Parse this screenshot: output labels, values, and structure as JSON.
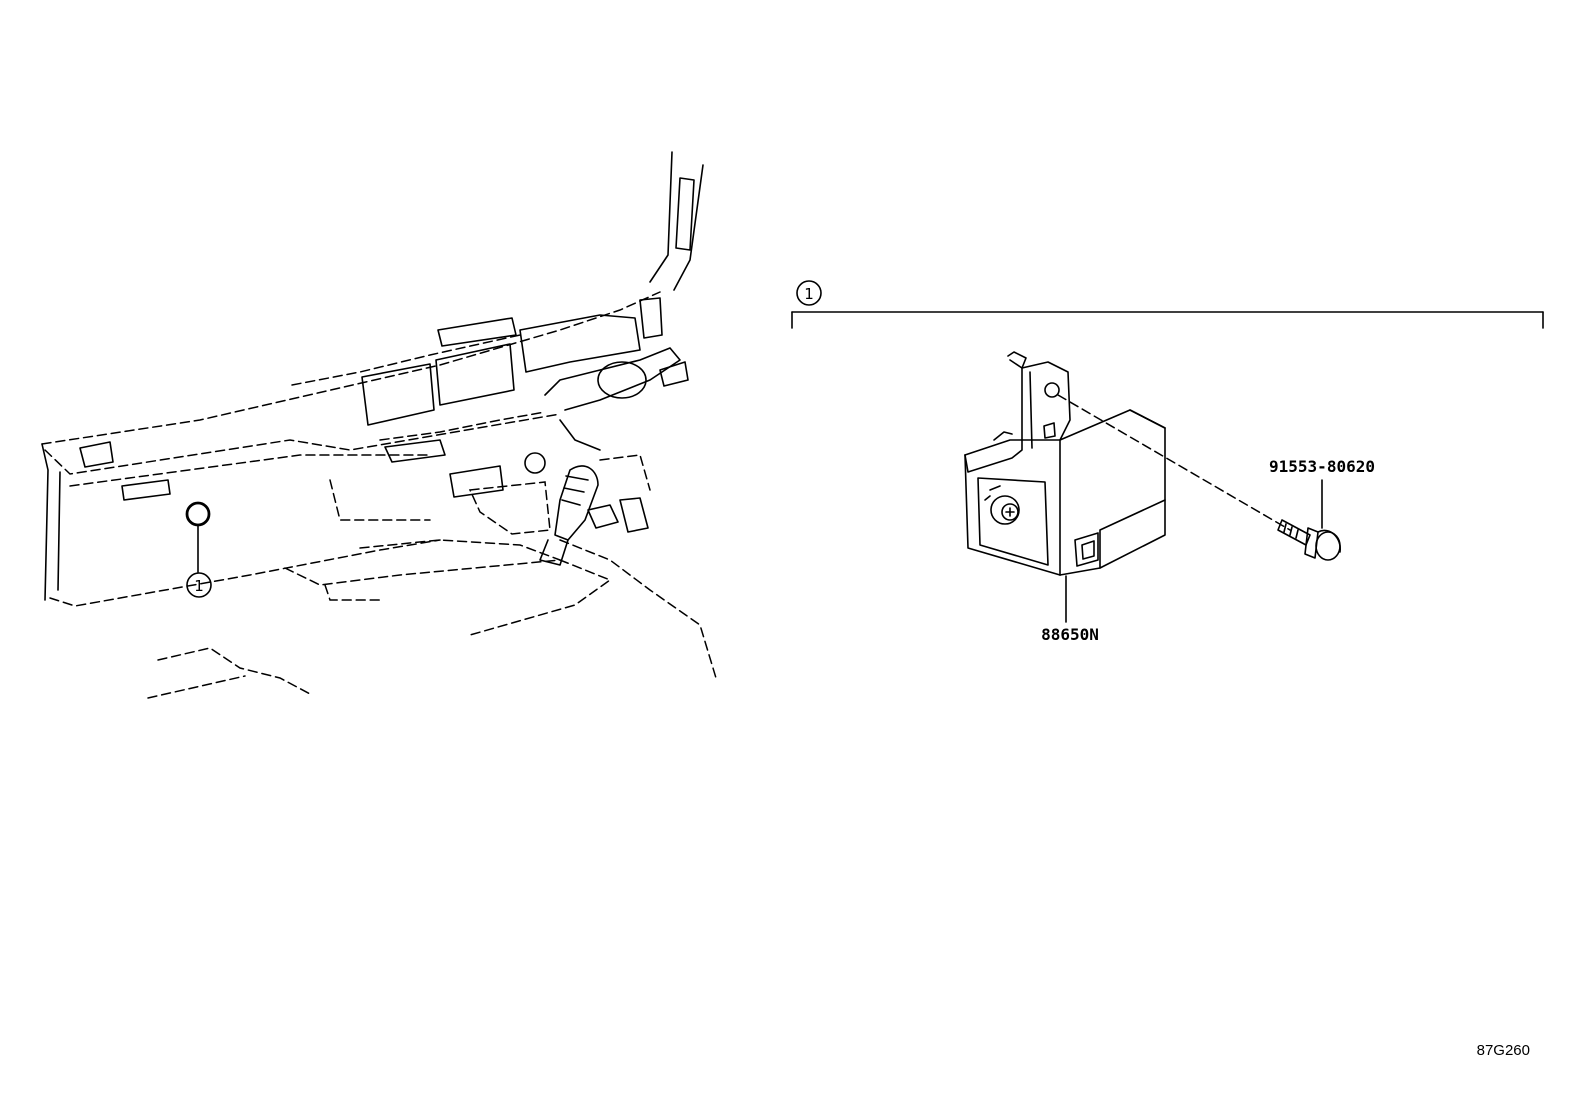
{
  "callout": {
    "number": "1"
  },
  "parts": {
    "module": {
      "part_number": "88650N"
    },
    "bolt": {
      "part_number": "91553-80620"
    }
  },
  "figure_code": "87G260"
}
